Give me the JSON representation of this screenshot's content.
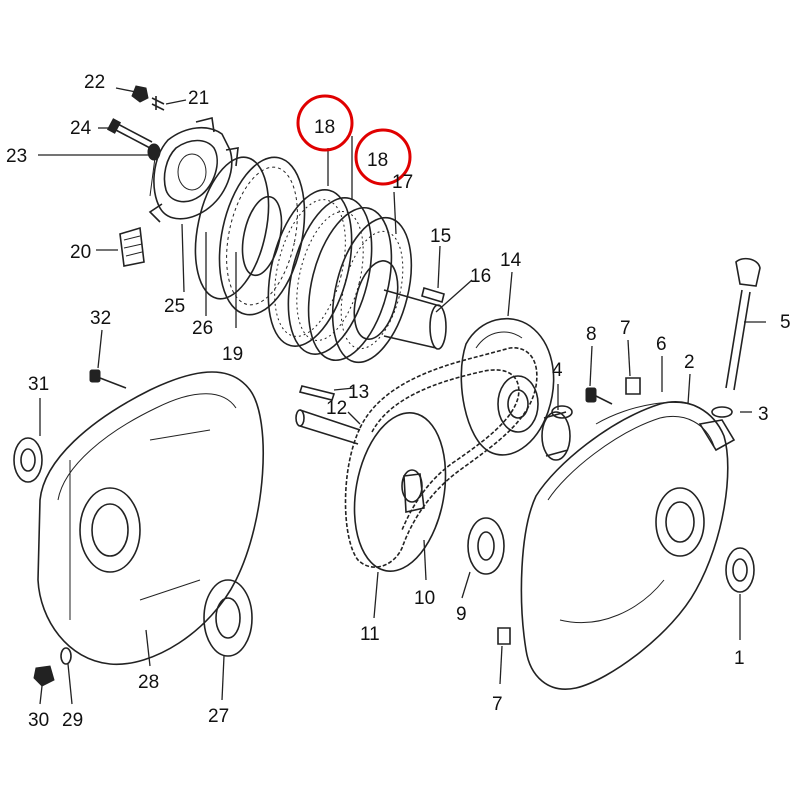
{
  "diagram": {
    "highlight_color": "#e00000",
    "line_color": "#222222",
    "callouts": [
      {
        "id": "c22",
        "text": "22"
      },
      {
        "id": "c21",
        "text": "21"
      },
      {
        "id": "c24",
        "text": "24"
      },
      {
        "id": "c23",
        "text": "23"
      },
      {
        "id": "c20",
        "text": "20"
      },
      {
        "id": "c25",
        "text": "25"
      },
      {
        "id": "c26",
        "text": "26"
      },
      {
        "id": "c19",
        "text": "19"
      },
      {
        "id": "c18a",
        "text": "18"
      },
      {
        "id": "c18b",
        "text": "18"
      },
      {
        "id": "c17",
        "text": "17"
      },
      {
        "id": "c15",
        "text": "15"
      },
      {
        "id": "c16",
        "text": "16"
      },
      {
        "id": "c14",
        "text": "14"
      },
      {
        "id": "c32",
        "text": "32"
      },
      {
        "id": "c31",
        "text": "31"
      },
      {
        "id": "c13",
        "text": "13"
      },
      {
        "id": "c12",
        "text": "12"
      },
      {
        "id": "c8",
        "text": "8"
      },
      {
        "id": "c7a",
        "text": "7"
      },
      {
        "id": "c6",
        "text": "6"
      },
      {
        "id": "c2",
        "text": "2"
      },
      {
        "id": "c5",
        "text": "5"
      },
      {
        "id": "c4",
        "text": "4"
      },
      {
        "id": "c3",
        "text": "3"
      },
      {
        "id": "c9",
        "text": "9"
      },
      {
        "id": "c10",
        "text": "10"
      },
      {
        "id": "c11",
        "text": "11"
      },
      {
        "id": "c28",
        "text": "28"
      },
      {
        "id": "c27",
        "text": "27"
      },
      {
        "id": "c1",
        "text": "1"
      },
      {
        "id": "c7b",
        "text": "7"
      },
      {
        "id": "c30",
        "text": "30"
      },
      {
        "id": "c29",
        "text": "29"
      }
    ]
  }
}
